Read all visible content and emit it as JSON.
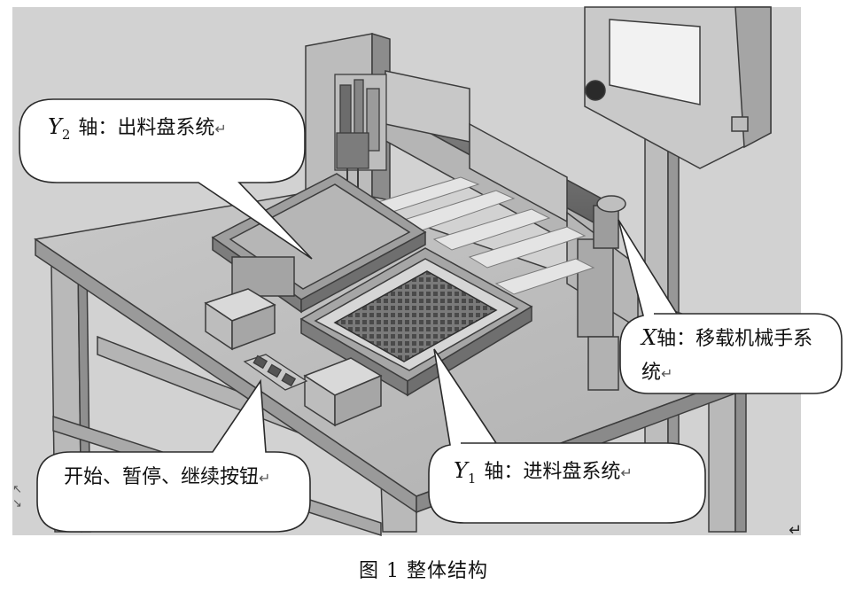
{
  "callouts": {
    "y2": {
      "var": "Y",
      "sub": "2",
      "text": " 轴：出料盘系统",
      "mark": "↵"
    },
    "x": {
      "var": "X",
      "line1": "轴：移载机械手系",
      "line2": "统",
      "mark": "↵"
    },
    "y1": {
      "var": "Y",
      "sub": "1",
      "text": " 轴：进料盘系统",
      "mark": "↵"
    },
    "buttons": {
      "text": "开始、暂停、继续按钮",
      "mark": "↵"
    }
  },
  "caption": "图 1 整体结构",
  "toolbar_glyphs": "⊖⊕◎▣▥▦▤◈▣",
  "colors": {
    "machine_light": "#c4c4c4",
    "machine_mid": "#a8a8a8",
    "machine_dark": "#6e6e6e",
    "outline": "#3c3c3c",
    "callout_fill": "#ffffff"
  }
}
